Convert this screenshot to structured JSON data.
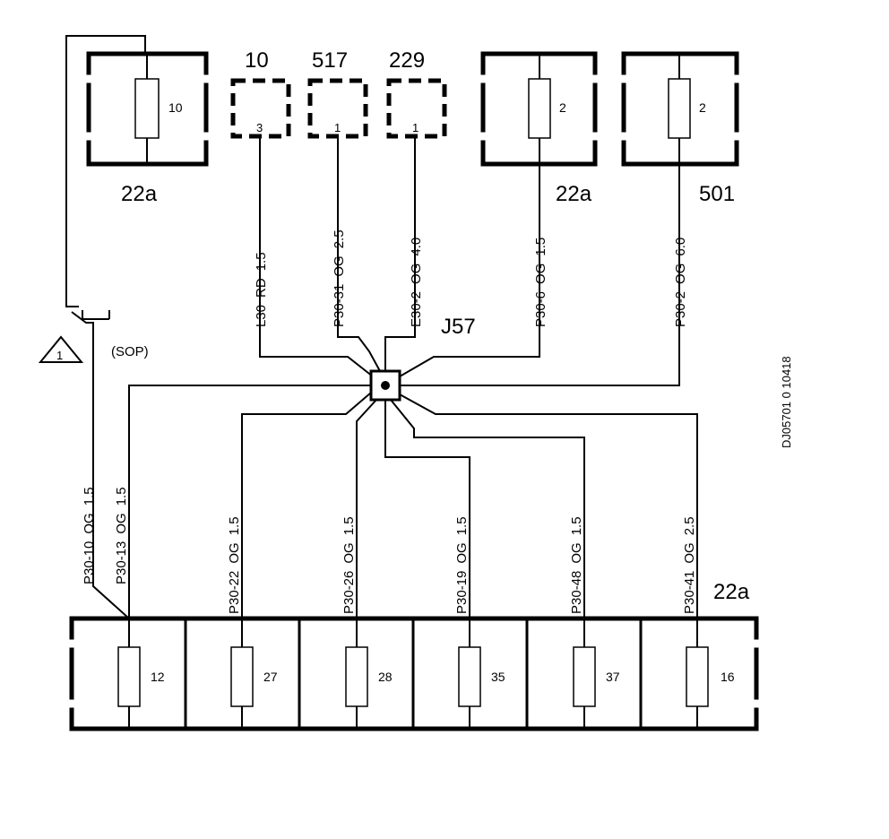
{
  "junction": {
    "label": "J57"
  },
  "note": {
    "number": "1",
    "sop_label": "(SOP)"
  },
  "reference": "DJ05701 0  10418",
  "top_fuse_boxes": [
    {
      "box_label": "22a",
      "fuse": "10"
    },
    {
      "box_label": "22a",
      "fuse": "2"
    },
    {
      "box_label": "501",
      "fuse": "2"
    }
  ],
  "connectors": [
    {
      "label": "10",
      "pin": "3"
    },
    {
      "label": "517",
      "pin": "1"
    },
    {
      "label": "229",
      "pin": "1"
    }
  ],
  "top_wires": [
    {
      "circuit": "L30",
      "color": "RD",
      "size": "1.5"
    },
    {
      "circuit": "P30-31",
      "color": "OG",
      "size": "2.5"
    },
    {
      "circuit": "E30-2",
      "color": "OG",
      "size": "4.0"
    },
    {
      "circuit": "P30-6",
      "color": "OG",
      "size": "1.5"
    },
    {
      "circuit": "P30-2",
      "color": "OG",
      "size": "6.0"
    }
  ],
  "bottom_wires": [
    {
      "circuit": "P30-10",
      "color": "OG",
      "size": "1.5"
    },
    {
      "circuit": "P30-13",
      "color": "OG",
      "size": "1.5"
    },
    {
      "circuit": "P30-22",
      "color": "OG",
      "size": "1.5"
    },
    {
      "circuit": "P30-26",
      "color": "OG",
      "size": "1.5"
    },
    {
      "circuit": "P30-19",
      "color": "OG",
      "size": "1.5"
    },
    {
      "circuit": "P30-48",
      "color": "OG",
      "size": "1.5"
    },
    {
      "circuit": "P30-41",
      "color": "OG",
      "size": "2.5"
    }
  ],
  "bottom_fuse_box": {
    "label": "22a",
    "fuses": [
      "12",
      "27",
      "28",
      "35",
      "37",
      "16"
    ]
  }
}
